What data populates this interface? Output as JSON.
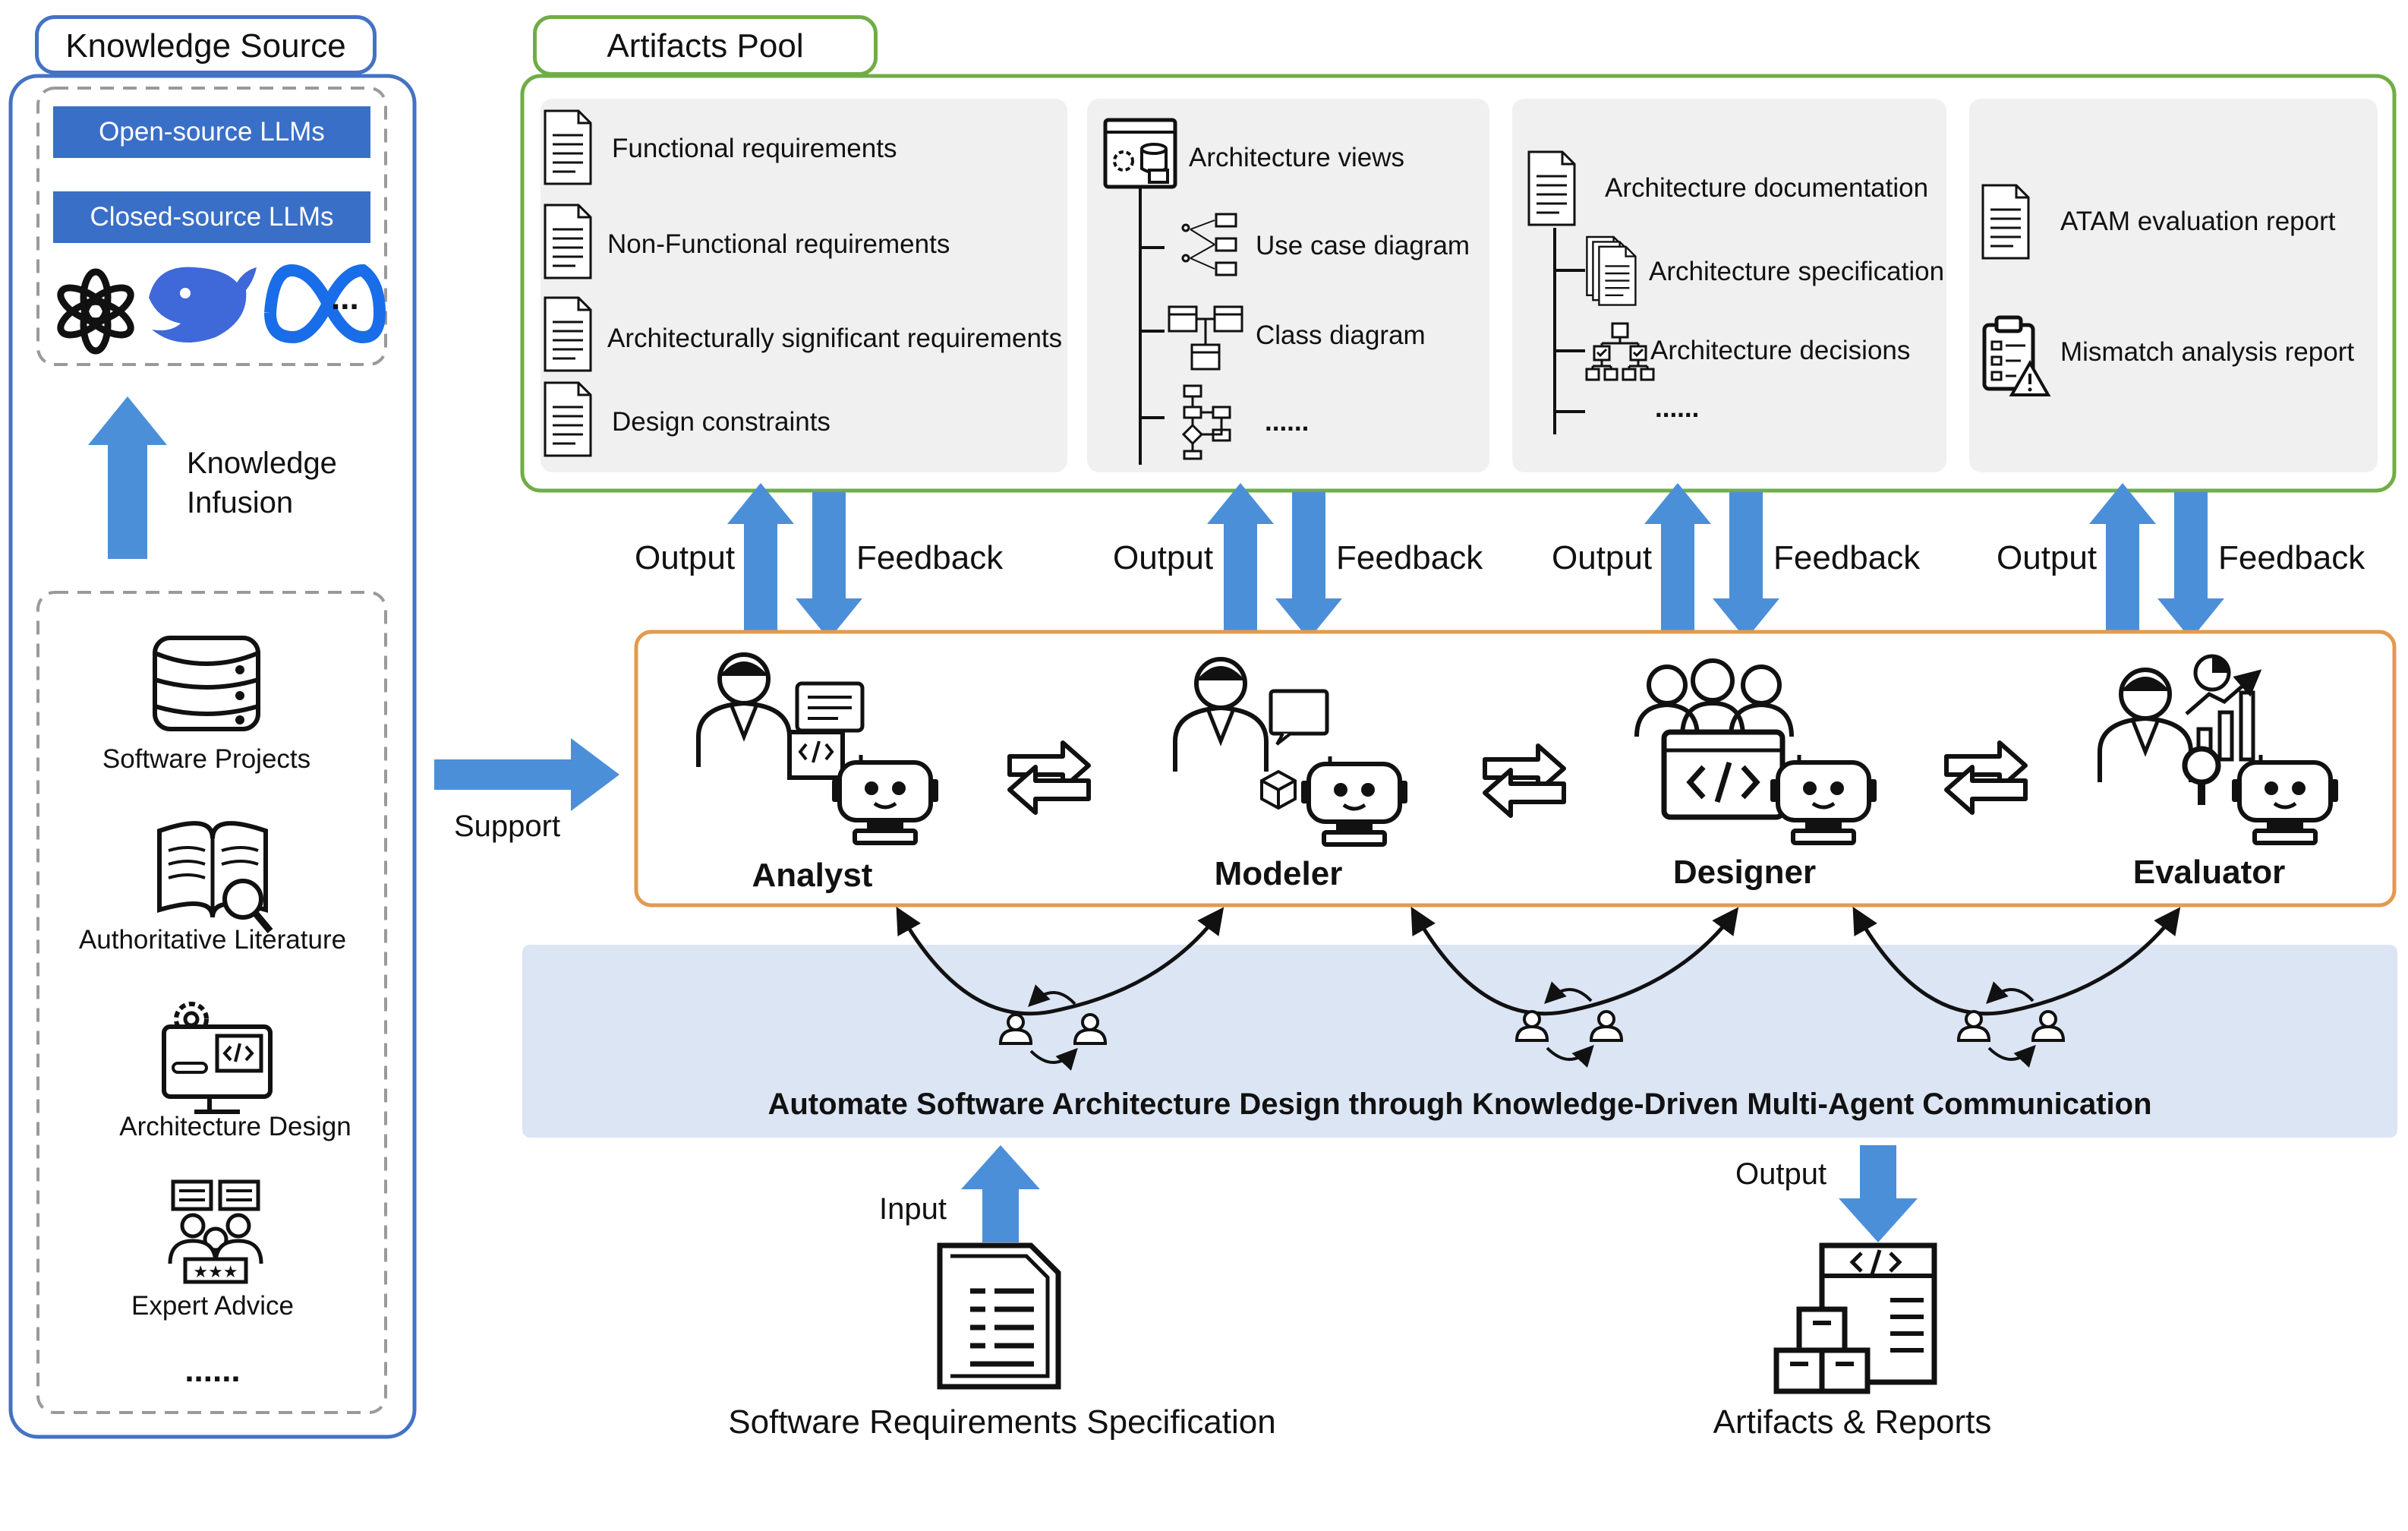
{
  "knowledge_source": {
    "title": "Knowledge Source",
    "llm_labels": [
      "Open-source LLMs",
      "Closed-source LLMs"
    ],
    "llm_more": "...",
    "infusion_label": "Knowledge\nInfusion",
    "sources": [
      {
        "label": "Software Projects",
        "icon": "database-icon"
      },
      {
        "label": "Authoritative Literature",
        "icon": "book-magnifier-icon"
      },
      {
        "label": "Architecture Design",
        "icon": "code-monitor-gear-icon"
      },
      {
        "label": "Expert Advice",
        "icon": "experts-rating-icon"
      }
    ],
    "sources_more": "......"
  },
  "support_label": "Support",
  "artifacts_pool": {
    "title": "Artifacts Pool",
    "requirements": [
      "Functional requirements",
      "Non-Functional requirements",
      "Architecturally significant requirements",
      "Design constraints"
    ],
    "views": {
      "root": "Architecture views",
      "children": [
        "Use case diagram",
        "Class diagram",
        "......"
      ]
    },
    "documentation": {
      "root": "Architecture documentation",
      "children": [
        "Architecture specification",
        "Architecture decisions",
        "......"
      ]
    },
    "reports": [
      "ATAM evaluation report",
      "Mismatch analysis report"
    ]
  },
  "flows": {
    "output": "Output",
    "feedback": "Feedback"
  },
  "agents": [
    {
      "name": "Analyst"
    },
    {
      "name": "Modeler"
    },
    {
      "name": "Designer"
    },
    {
      "name": "Evaluator"
    }
  ],
  "communication_title": "Automate Software Architecture Design through Knowledge-Driven Multi-Agent Communication",
  "bottom": {
    "input_label": "Input",
    "input_doc": "Software Requirements Specification",
    "output_label": "Output",
    "output_doc": "Artifacts & Reports"
  },
  "colors": {
    "blue_frame": "#4472c4",
    "blue_button": "#3a6fc7",
    "arrow_blue": "#4b8fd9",
    "green_frame": "#70ad47",
    "orange_frame": "#e39a4f",
    "pool_panel": "#f0f0f0",
    "comm_band": "#dce5f4"
  }
}
